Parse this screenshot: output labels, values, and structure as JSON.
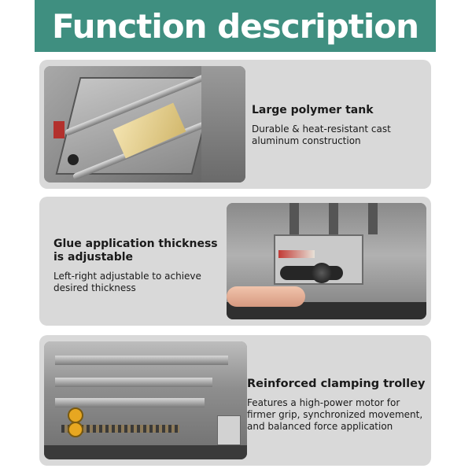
{
  "banner": {
    "title": "Function description",
    "color": "#3f8f80"
  },
  "features": [
    {
      "title": "Large polymer tank",
      "description": "Durable & heat-resistant cast aluminum construction",
      "image_icon": "machine-tank-photo"
    },
    {
      "title": "Glue application thickness is adjustable",
      "description": "Left-right adjustable to achieve desired thickness",
      "image_icon": "thickness-knob-photo"
    },
    {
      "title": "Reinforced clamping trolley",
      "description": "Features a high-power motor for firmer grip, synchronized movement, and balanced force application",
      "image_icon": "clamping-trolley-photo"
    }
  ],
  "colors": {
    "card_background": "#d9d9d9",
    "text": "#1a1a1a"
  }
}
